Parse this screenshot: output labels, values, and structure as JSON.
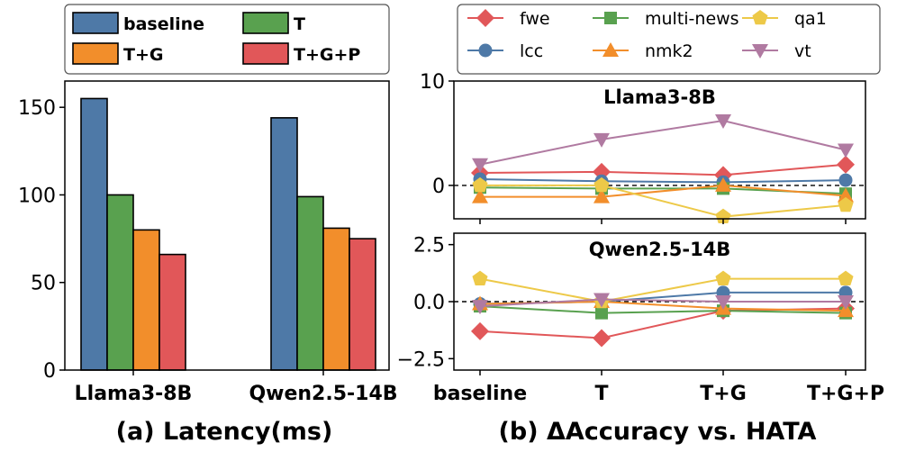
{
  "chart_data": [
    {
      "type": "bar",
      "caption": "(a) Latency(ms)",
      "categories": [
        "Llama3-8B",
        "Qwen2.5-14B"
      ],
      "series": [
        {
          "name": "baseline",
          "color": "#4e79a7",
          "values": [
            155,
            144
          ]
        },
        {
          "name": "T",
          "color": "#59a14f",
          "values": [
            100,
            99
          ]
        },
        {
          "name": "T+G",
          "color": "#f28e2b",
          "values": [
            80,
            81
          ]
        },
        {
          "name": "T+G+P",
          "color": "#e15759",
          "values": [
            66,
            75
          ]
        }
      ],
      "ylim": [
        0,
        165
      ],
      "yticks": [
        0,
        50,
        100,
        150
      ],
      "legend": "top"
    },
    {
      "type": "line",
      "caption": "(b) ΔAccuracy vs. HATA",
      "x": [
        "baseline",
        "T",
        "T+G",
        "T+G+P"
      ],
      "legend": "top",
      "series_styles": [
        {
          "name": "fwe",
          "color": "#e15759",
          "marker": "diamond"
        },
        {
          "name": "lcc",
          "color": "#4e79a7",
          "marker": "circle"
        },
        {
          "name": "multi-news",
          "color": "#59a14f",
          "marker": "square"
        },
        {
          "name": "nmk2",
          "color": "#f28e2b",
          "marker": "triangle-up"
        },
        {
          "name": "qa1",
          "color": "#edc948",
          "marker": "pentagon"
        },
        {
          "name": "vt",
          "color": "#b07aa1",
          "marker": "triangle-down"
        }
      ],
      "panels": [
        {
          "title": "Llama3-8B",
          "ylim": [
            -3.2,
            10
          ],
          "yticks": [
            "10",
            "0"
          ],
          "ytick_values": [
            10,
            0
          ],
          "series": [
            {
              "name": "fwe",
              "values": [
                1.2,
                1.3,
                1.0,
                2.0
              ]
            },
            {
              "name": "lcc",
              "values": [
                0.6,
                0.4,
                0.3,
                0.5
              ]
            },
            {
              "name": "multi-news",
              "values": [
                -0.2,
                -0.3,
                -0.3,
                -0.8
              ]
            },
            {
              "name": "nmk2",
              "values": [
                -1.1,
                -1.1,
                0.0,
                -1.0
              ]
            },
            {
              "name": "qa1",
              "values": [
                0.0,
                0.0,
                -3.0,
                -1.9
              ]
            },
            {
              "name": "vt",
              "values": [
                2.0,
                4.4,
                6.2,
                3.4
              ]
            }
          ]
        },
        {
          "title": "Qwen2.5-14B",
          "ylim": [
            -3.0,
            3.0
          ],
          "yticks": [
            "2.5",
            "0.0",
            "−2.5"
          ],
          "ytick_values": [
            2.5,
            0.0,
            -2.5
          ],
          "series": [
            {
              "name": "fwe",
              "values": [
                -1.3,
                -1.6,
                -0.4,
                -0.3
              ]
            },
            {
              "name": "lcc",
              "values": [
                -0.1,
                0.0,
                0.4,
                0.4
              ]
            },
            {
              "name": "multi-news",
              "values": [
                -0.2,
                -0.5,
                -0.4,
                -0.5
              ]
            },
            {
              "name": "nmk2",
              "values": [
                -0.1,
                0.0,
                -0.3,
                -0.4
              ]
            },
            {
              "name": "qa1",
              "values": [
                1.0,
                0.0,
                1.0,
                1.0
              ]
            },
            {
              "name": "vt",
              "values": [
                -0.2,
                0.1,
                0.0,
                0.0
              ]
            }
          ]
        }
      ]
    }
  ]
}
